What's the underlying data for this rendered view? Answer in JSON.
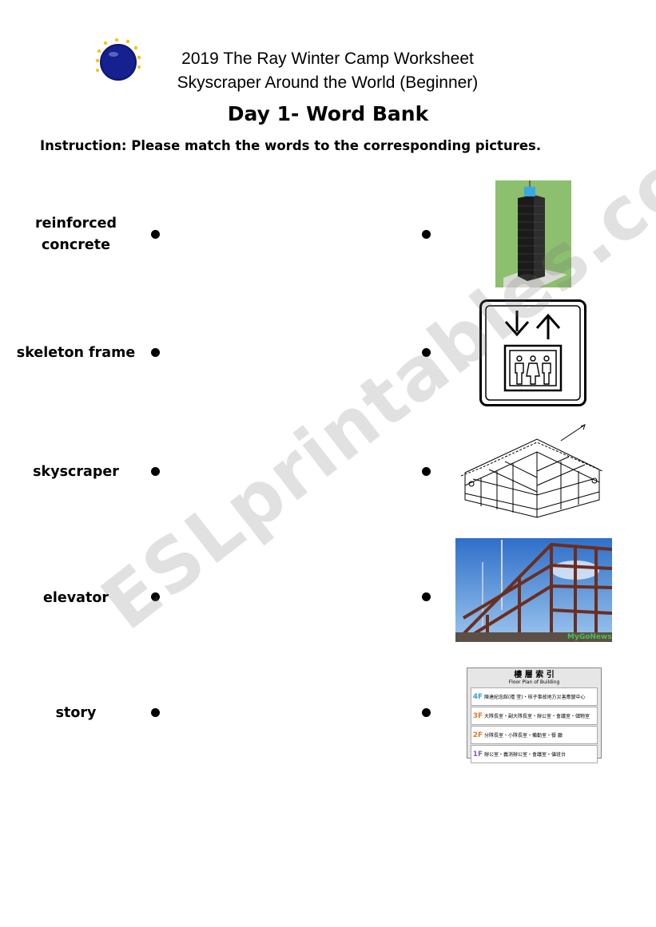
{
  "header": {
    "line1": "2019 The Ray Winter Camp Worksheet",
    "line2": "Skyscraper Around the World (Beginner)"
  },
  "title": "Day 1- Word Bank",
  "instruction": "Instruction: Please match the words to the corresponding pictures.",
  "words": [
    "reinforced\nconcrete",
    "skeleton frame",
    "skyscraper",
    "elevator",
    "story"
  ],
  "pictures": {
    "skyscraper_photo": "skyscraper-photo",
    "elevator_sign": "elevator-sign",
    "concrete_block": "reinforced-concrete-drawing",
    "steel_frame": {
      "caption": "MyGoNews"
    },
    "floor_directory": {
      "title": "樓 層 索 引",
      "subtitle": "Floor Plan of Building",
      "rows": [
        {
          "floor": "4F",
          "text": "陳達紀念館(禮 堂)・核子事故地方災害應變中心"
        },
        {
          "floor": "3F",
          "text": "大隊長室・副大隊長室・辦公室・會議室・儲物室"
        },
        {
          "floor": "2F",
          "text": "分隊長室・小隊長室・備勤室・餐 廳"
        },
        {
          "floor": "1F",
          "text": "辦公室・義消辦公室・會議室・値班台"
        }
      ]
    }
  },
  "watermark": "ESLprintables.com",
  "colors": {
    "logo_blue": "#1a1f8c",
    "star_yellow": "#f5c400"
  }
}
